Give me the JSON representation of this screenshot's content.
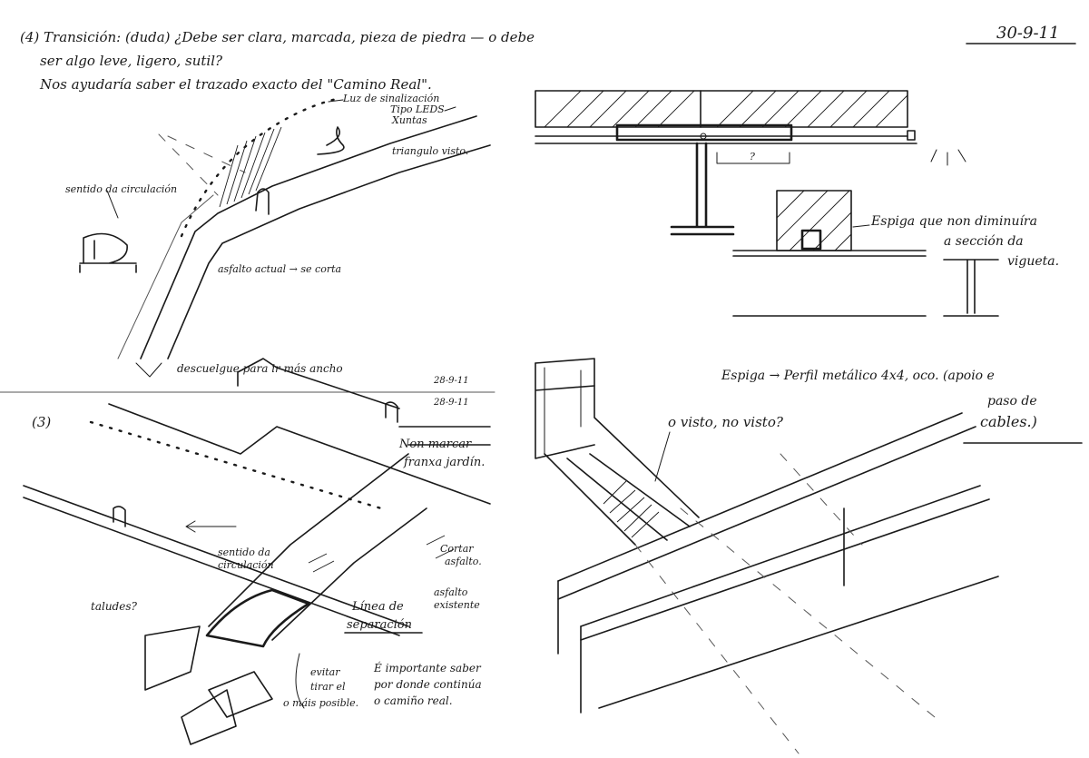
{
  "sketch1": {
    "lines": [
      "(4) Transición: (duda) ¿Debe ser clara, marcada, pieza de piedra — o debe",
      "ser algo leve, ligero, sutil?",
      "Nos ayudaría saber el trazado exacto del \"Camino Real\"."
    ],
    "luz": [
      "Luz de sinalización",
      "Tipo LEDS",
      "Xuntas"
    ],
    "triangulo": "triangulo visto.",
    "sentido": "sentido da circulación",
    "asfalto": "asfalto actual → se corta",
    "descuelgue": "descuelgue para ir más ancho",
    "date1": "28-9-11",
    "date2": "28-9-11"
  },
  "sketch2": {
    "date": "30-9-11",
    "note": [
      "Espiga que non diminuíra",
      "a sección da",
      "vigueta."
    ]
  },
  "sketch3": {
    "num": "(3)",
    "non_marcar": [
      "Non marcar",
      "franxa jardín."
    ],
    "sentido": [
      "sentido da",
      "circulación"
    ],
    "cortar": [
      "Cortar",
      "asfalto."
    ],
    "existente": [
      "asfalto",
      "existente"
    ],
    "talud": "taludes?",
    "linea": [
      "Línea de",
      "separación"
    ],
    "importante": [
      "É importante saber",
      "por donde continúa",
      "o camiño real."
    ],
    "evitar": [
      "evitar",
      "tirar el",
      "o máis posible."
    ]
  },
  "sketch4": {
    "note": [
      "Espiga → Perfil metálico 4x4, oco. (apoio e",
      "paso de",
      "cables.)"
    ],
    "visto": "o visto, no visto?"
  }
}
